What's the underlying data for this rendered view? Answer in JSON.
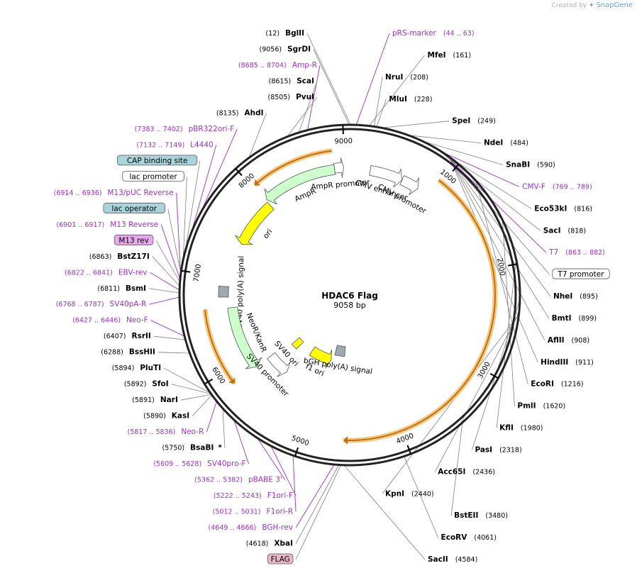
{
  "credit": {
    "prefix": "Created by",
    "brand": "SnapGene"
  },
  "plasmid": {
    "name": "HDAC6 Flag",
    "length_label": "9058 bp",
    "length": 9058
  },
  "ticks": [
    {
      "bp": 1000,
      "label": "1000"
    },
    {
      "bp": 2000,
      "label": "2000"
    },
    {
      "bp": 3000,
      "label": "3000"
    },
    {
      "bp": 4000,
      "label": "4000"
    },
    {
      "bp": 5000,
      "label": "5000"
    },
    {
      "bp": 6000,
      "label": "6000"
    },
    {
      "bp": 7000,
      "label": "7000"
    },
    {
      "bp": 8000,
      "label": "8000"
    },
    {
      "bp": 9000,
      "label": "9000"
    }
  ],
  "right_labels": [
    {
      "kind": "feature",
      "name": "pRS-marker",
      "pos": "(44 .. 63)",
      "bp": 53
    },
    {
      "kind": "site",
      "name": "MfeI",
      "pos": "(161)",
      "bp": 161
    },
    {
      "kind": "site",
      "name": "NruI",
      "pos": "(208)",
      "bp": 208
    },
    {
      "kind": "site",
      "name": "MluI",
      "pos": "(228)",
      "bp": 228
    },
    {
      "kind": "site",
      "name": "SpeI",
      "pos": "(249)",
      "bp": 249
    },
    {
      "kind": "site",
      "name": "NdeI",
      "pos": "(484)",
      "bp": 484
    },
    {
      "kind": "site",
      "name": "SnaBI",
      "pos": "(590)",
      "bp": 590
    },
    {
      "kind": "feature",
      "name": "CMV-F",
      "pos": "(769 .. 789)",
      "bp": 779
    },
    {
      "kind": "site",
      "name": "Eco53kI",
      "pos": "(816)",
      "bp": 816
    },
    {
      "kind": "site",
      "name": "SacI",
      "pos": "(818)",
      "bp": 818
    },
    {
      "kind": "feature",
      "name": "T7",
      "pos": "(863 .. 882)",
      "bp": 872
    },
    {
      "kind": "box",
      "name": "T7 promoter",
      "bp": 880,
      "fill": "#ffffff"
    },
    {
      "kind": "site",
      "name": "NheI",
      "pos": "(895)",
      "bp": 895
    },
    {
      "kind": "site",
      "name": "BmtI",
      "pos": "(899)",
      "bp": 899
    },
    {
      "kind": "site",
      "name": "AflII",
      "pos": "(908)",
      "bp": 908
    },
    {
      "kind": "site",
      "name": "HindIII",
      "pos": "(911)",
      "bp": 911
    },
    {
      "kind": "site",
      "name": "EcoRI",
      "pos": "(1216)",
      "bp": 1216
    },
    {
      "kind": "site",
      "name": "PmlI",
      "pos": "(1620)",
      "bp": 1620
    },
    {
      "kind": "site",
      "name": "KflI",
      "pos": "(1980)",
      "bp": 1980
    },
    {
      "kind": "site",
      "name": "PasI",
      "pos": "(2318)",
      "bp": 2318
    },
    {
      "kind": "site",
      "name": "Acc65I",
      "pos": "(2436)",
      "bp": 2436
    },
    {
      "kind": "site",
      "name": "KpnI",
      "pos": "(2440)",
      "bp": 2440
    },
    {
      "kind": "site",
      "name": "BstEII",
      "pos": "(3480)",
      "bp": 3480
    },
    {
      "kind": "site",
      "name": "EcoRV",
      "pos": "(4061)",
      "bp": 4061
    },
    {
      "kind": "site",
      "name": "SacII",
      "pos": "(4584)",
      "bp": 4584
    }
  ],
  "left_labels": [
    {
      "kind": "site",
      "name": "BglII",
      "pos": "(12)",
      "bp": 12
    },
    {
      "kind": "site",
      "name": "SgrDI",
      "pos": "(9056)",
      "bp": 9056
    },
    {
      "kind": "feature",
      "name": "Amp-R",
      "pos": "(8685 .. 8704)",
      "bp": 8694
    },
    {
      "kind": "site",
      "name": "ScaI",
      "pos": "(8615)",
      "bp": 8615
    },
    {
      "kind": "site",
      "name": "PvuI",
      "pos": "(8505)",
      "bp": 8505
    },
    {
      "kind": "site",
      "name": "AhdI",
      "pos": "(8135)",
      "bp": 8135
    },
    {
      "kind": "feature",
      "name": "pBR322ori-F",
      "pos": "(7383 .. 7402)",
      "bp": 7392
    },
    {
      "kind": "feature",
      "name": "L4440",
      "pos": "(7132 .. 7149)",
      "bp": 7140
    },
    {
      "kind": "box",
      "name": "CAP binding site",
      "bp": 7080,
      "fill": "#a8d4dc"
    },
    {
      "kind": "box",
      "name": "lac promoter",
      "bp": 7050,
      "fill": "#ffffff"
    },
    {
      "kind": "feature",
      "name": "M13/pUC Reverse",
      "pos": "(6914 .. 6936)",
      "bp": 6925
    },
    {
      "kind": "box",
      "name": "lac operator",
      "bp": 6960,
      "fill": "#a8d4dc"
    },
    {
      "kind": "feature",
      "name": "M13 Reverse",
      "pos": "(6901 .. 6917)",
      "bp": 6909
    },
    {
      "kind": "box",
      "name": "M13 rev",
      "bp": 6895,
      "fill": "#e8a8ec"
    },
    {
      "kind": "site",
      "name": "BstZ17I",
      "pos": "(6863)",
      "bp": 6863
    },
    {
      "kind": "feature",
      "name": "EBV-rev",
      "pos": "(6822 .. 6841)",
      "bp": 6831
    },
    {
      "kind": "site",
      "name": "BsmI",
      "pos": "(6811)",
      "bp": 6811
    },
    {
      "kind": "feature",
      "name": "SV40pA-R",
      "pos": "(6768 .. 6787)",
      "bp": 6777
    },
    {
      "kind": "feature",
      "name": "Neo-F",
      "pos": "(6427 .. 6446)",
      "bp": 6436
    },
    {
      "kind": "site",
      "name": "RsrII",
      "pos": "(6407)",
      "bp": 6407
    },
    {
      "kind": "site",
      "name": "BssHII",
      "pos": "(6288)",
      "bp": 6288
    },
    {
      "kind": "site",
      "name": "PluTI",
      "pos": "(5894)",
      "bp": 5894
    },
    {
      "kind": "site",
      "name": "SfoI",
      "pos": "(5892)",
      "bp": 5892
    },
    {
      "kind": "site",
      "name": "NarI",
      "pos": "(5891)",
      "bp": 5891
    },
    {
      "kind": "site",
      "name": "KasI",
      "pos": "(5890)",
      "bp": 5890
    },
    {
      "kind": "feature",
      "name": "Neo-R",
      "pos": "(5817 .. 5836)",
      "bp": 5826
    },
    {
      "kind": "site",
      "name": "BsaBI",
      "pos": "(5750)",
      "bp": 5750,
      "suffix": "*"
    },
    {
      "kind": "feature",
      "name": "SV40pro-F",
      "pos": "(5609 .. 5628)",
      "bp": 5618
    },
    {
      "kind": "feature",
      "name": "pBABE 3'",
      "pos": "(5362 .. 5382)",
      "bp": 5372
    },
    {
      "kind": "feature",
      "name": "F1ori-F",
      "pos": "(5222 .. 5243)",
      "bp": 5232
    },
    {
      "kind": "feature",
      "name": "F1ori-R",
      "pos": "(5012 .. 5031)",
      "bp": 5021
    },
    {
      "kind": "feature",
      "name": "BGH-rev",
      "pos": "(4649 .. 4666)",
      "bp": 4657
    },
    {
      "kind": "site",
      "name": "XbaI",
      "pos": "(4618)",
      "bp": 4618
    },
    {
      "kind": "box",
      "name": "FLAG",
      "bp": 4600,
      "fill": "#e8b8c8"
    }
  ],
  "features": [
    {
      "name": "CMV enhancer",
      "start": 235,
      "end": 615,
      "color": "#ffffff",
      "strand": 1
    },
    {
      "name": "CMV promoter",
      "start": 616,
      "end": 820,
      "color": "#ffffff",
      "strand": 1
    },
    {
      "name": "AmpR promoter",
      "start": 8885,
      "end": 8990,
      "color": "#ffffff",
      "strand": 1
    },
    {
      "name": "AmpR",
      "start": 8026,
      "end": 8885,
      "color": "#ccffcc",
      "strand": -1
    },
    {
      "name": "ori",
      "start": 7425,
      "end": 8013,
      "color": "#ffff00",
      "strand": -1
    },
    {
      "name": "SV40 poly(A) signal",
      "start": 6770,
      "end": 6892,
      "color": "#a0a8b0",
      "strand": 0
    },
    {
      "name": "NeoR/KanR",
      "start": 5845,
      "end": 6640,
      "color": "#ccffcc",
      "strand": -1
    },
    {
      "name": "SV40 promoter",
      "start": 5515,
      "end": 5845,
      "color": "#ffffff",
      "strand": -1
    },
    {
      "name": "SV40 ori",
      "start": 5650,
      "end": 5780,
      "color": "#ffff00",
      "strand": 0
    },
    {
      "name": "f1 ori",
      "start": 4930,
      "end": 5380,
      "color": "#ffff00",
      "strand": -1
    },
    {
      "name": "bGH poly(A) signal",
      "start": 4650,
      "end": 4880,
      "color": "#a0a8b0",
      "strand": 0
    }
  ],
  "orfs": [
    {
      "start": 950,
      "end": 4590,
      "strand": 1
    },
    {
      "start": 5850,
      "end": 6650,
      "strand": -1
    },
    {
      "start": 8030,
      "end": 8880,
      "strand": -1
    }
  ]
}
